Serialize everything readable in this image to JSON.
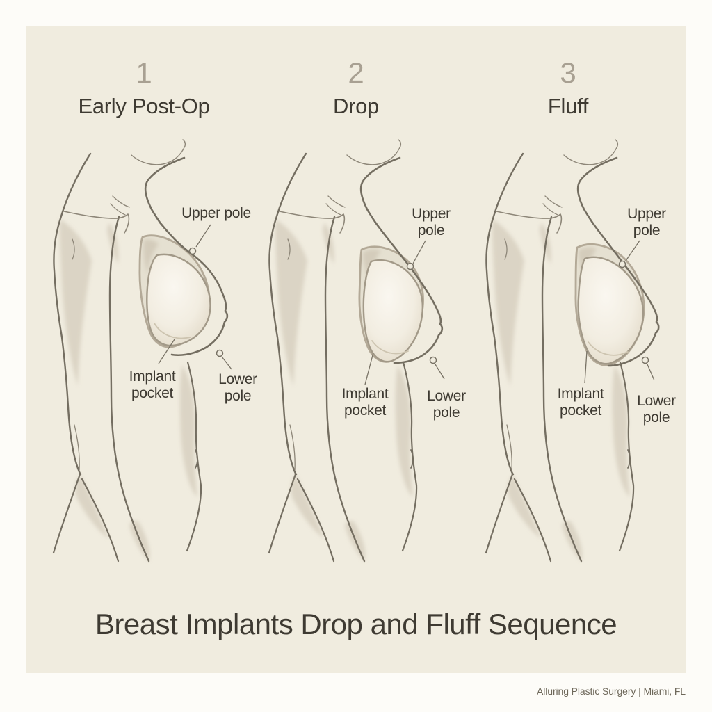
{
  "title": "Breast Implants Drop and Fluff Sequence",
  "attribution": "Alluring Plastic Surgery | Miami, FL",
  "stages": [
    {
      "number": "1",
      "name": "Early Post-Op",
      "labels": {
        "upper_pole": "Upper pole",
        "implant_pocket": "Implant pocket",
        "lower_pole": "Lower pole"
      }
    },
    {
      "number": "2",
      "name": "Drop",
      "labels": {
        "upper_pole": "Upper pole",
        "implant_pocket": "Implant pocket",
        "lower_pole": "Lower pole"
      }
    },
    {
      "number": "3",
      "name": "Fluff",
      "labels": {
        "upper_pole": "Upper pole",
        "implant_pocket": "Implant pocket",
        "lower_pole": "Lower pole"
      }
    }
  ],
  "colors": {
    "canvas": "#fdfcf8",
    "card": "#f0ecdf",
    "line_dark": "#746e61",
    "line_light": "#8d8678",
    "pocket_line": "#b3a997",
    "implant_line": "#a29988",
    "leader_line": "#787265",
    "heading_number": "#a8a092",
    "text_dark": "#3e3a32",
    "attribution_text": "#6e685a"
  }
}
